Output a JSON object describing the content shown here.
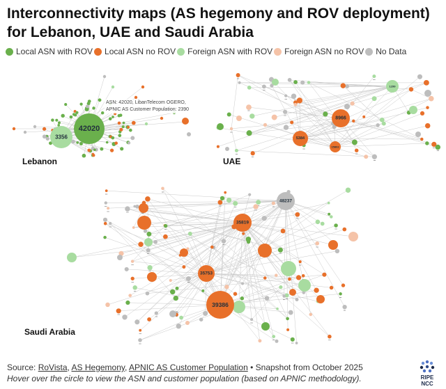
{
  "title": "Interconnectivity maps (AS hegemony and ROV deployment) for Lebanon, UAE and Saudi Arabia",
  "legend": [
    {
      "label": "Local ASN with ROV",
      "color": "#6ab04c"
    },
    {
      "label": "Local ASN no ROV",
      "color": "#e8702a"
    },
    {
      "label": "Foreign ASN with ROV",
      "color": "#a8dca0"
    },
    {
      "label": "Foreign ASN no ROV",
      "color": "#f5c3a8"
    },
    {
      "label": "No Data",
      "color": "#bdbdbd"
    }
  ],
  "regions": {
    "lebanon": {
      "label": "Lebanon"
    },
    "uae": {
      "label": "UAE"
    },
    "saudi": {
      "label": "Saudi Arabia"
    }
  },
  "highlight_nodes": {
    "lb_main": "42020",
    "lb_second": "3356",
    "uae_a": "8966",
    "uae_b": "5384",
    "uae_c": "15802",
    "uae_d": "1299",
    "sa_a": "48237",
    "sa_b": "35819",
    "sa_c": "35753",
    "sa_d": "39386"
  },
  "tooltip": {
    "line1": "ASN: 42020, LibanTelecom OGERO,",
    "line2": "APNIC AS Customer Population: 2390"
  },
  "footer": {
    "source_prefix": "Source: ",
    "link1": "RoVista",
    "sep1": ", ",
    "link2": "AS Hegemony",
    "sep2": ", ",
    "link3": "APNIC AS Customer Population",
    "snapshot": " • Snapshot from October 2025",
    "hint": "Hover over the circle to view the ASN and customer population (based on APNIC methodology)."
  },
  "logo": {
    "line1": "RIPE",
    "line2": "NCC"
  },
  "colors": {
    "local_rov": "#6ab04c",
    "local_norov": "#e8702a",
    "foreign_rov": "#a8dca0",
    "foreign_norov": "#f5c3a8",
    "nodata": "#bdbdbd",
    "edge": "#c9c9c9"
  }
}
